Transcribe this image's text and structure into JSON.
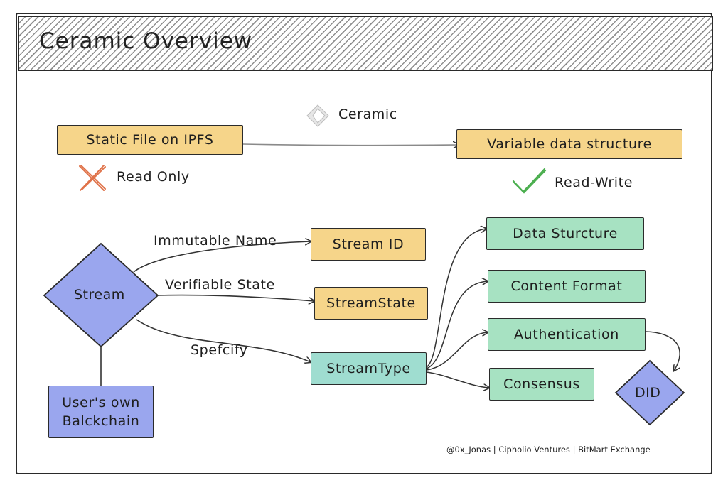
{
  "title": "Ceramic Overview",
  "ceramic_label": "Ceramic",
  "nodes": {
    "static_file": "Static File on IPFS",
    "variable_data": "Variable data structure",
    "stream": "Stream",
    "users_blockchain_line1": "User's own",
    "users_blockchain_line2": "Balckchain",
    "stream_id": "Stream ID",
    "stream_state": "StreamState",
    "stream_type": "StreamType",
    "data_structure": "Data Sturcture",
    "content_format": "Content Format",
    "authentication": "Authentication",
    "consensus": "Consensus",
    "did": "DID"
  },
  "labels": {
    "read_only": "Read Only",
    "read_write": "Read-Write",
    "immutable_name": "Immutable Name",
    "verifiable_state": "Verifiable State",
    "specify": "Spefcify"
  },
  "icons": {
    "cross": "cross-icon",
    "check": "check-icon",
    "ceramic_logo": "ceramic-logo-icon"
  },
  "colors": {
    "yellow": "#f6d58a",
    "teal": "#9fddd0",
    "green": "#a7e2c2",
    "blue": "#9aa6ee",
    "cross": "#e0734a",
    "check": "#4caf50"
  },
  "credit": "@0x_Jonas | Cipholio Ventures | BitMart Exchange"
}
